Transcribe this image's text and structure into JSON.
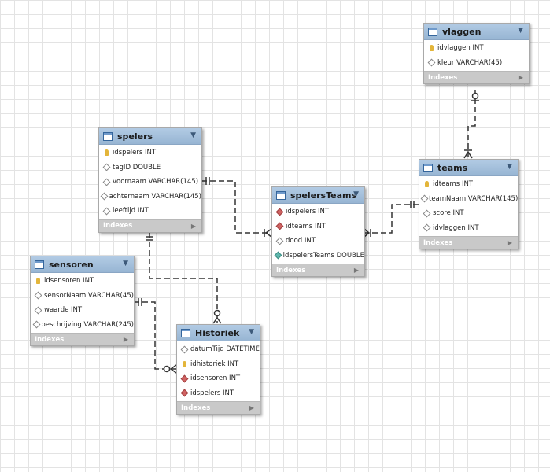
{
  "tables": {
    "vlaggen": {
      "name": "vlaggen",
      "columns": [
        {
          "label": "idvlaggen INT",
          "icon": "primary-key"
        },
        {
          "label": "kleur VARCHAR(45)",
          "icon": "column-diamond"
        }
      ],
      "footer": "Indexes"
    },
    "spelers": {
      "name": "spelers",
      "columns": [
        {
          "label": "idspelers INT",
          "icon": "primary-key"
        },
        {
          "label": "tagID DOUBLE",
          "icon": "column-diamond"
        },
        {
          "label": "voornaam VARCHAR(145)",
          "icon": "column-diamond"
        },
        {
          "label": "achternaam VARCHAR(145)",
          "icon": "column-diamond"
        },
        {
          "label": "leeftijd INT",
          "icon": "column-diamond"
        }
      ],
      "footer": "Indexes"
    },
    "spelersTeams": {
      "name": "spelersTeams",
      "columns": [
        {
          "label": "idspelers INT",
          "icon": "foreign-key-diamond"
        },
        {
          "label": "idteams INT",
          "icon": "foreign-key-diamond"
        },
        {
          "label": "dood INT",
          "icon": "column-diamond"
        },
        {
          "label": "idspelersTeams DOUBLE",
          "icon": "notnull-diamond"
        }
      ],
      "footer": "Indexes"
    },
    "teams": {
      "name": "teams",
      "columns": [
        {
          "label": "idteams INT",
          "icon": "primary-key"
        },
        {
          "label": "teamNaam VARCHAR(145)",
          "icon": "column-diamond"
        },
        {
          "label": "score INT",
          "icon": "column-diamond"
        },
        {
          "label": "idvlaggen INT",
          "icon": "column-diamond"
        }
      ],
      "footer": "Indexes"
    },
    "sensoren": {
      "name": "sensoren",
      "columns": [
        {
          "label": "idsensoren INT",
          "icon": "primary-key"
        },
        {
          "label": "sensorNaam VARCHAR(45)",
          "icon": "column-diamond"
        },
        {
          "label": "waarde INT",
          "icon": "column-diamond"
        },
        {
          "label": "beschrijving VARCHAR(245)",
          "icon": "column-diamond"
        }
      ],
      "footer": "Indexes"
    },
    "Historiek": {
      "name": "Historiek",
      "columns": [
        {
          "label": "datumTijd DATETIME",
          "icon": "column-diamond"
        },
        {
          "label": "idhistoriek INT",
          "icon": "primary-key"
        },
        {
          "label": "idsensoren INT",
          "icon": "foreign-key-diamond"
        },
        {
          "label": "idspelers INT",
          "icon": "foreign-key-diamond"
        }
      ],
      "footer": "Indexes"
    }
  },
  "relationships": [
    {
      "from": "vlaggen",
      "to": "teams",
      "from_end": "zero-or-one",
      "to_end": "one-or-many"
    },
    {
      "from": "spelers",
      "to": "spelersTeams",
      "from_end": "exactly-one",
      "to_end": "one-or-many"
    },
    {
      "from": "teams",
      "to": "spelersTeams",
      "from_end": "exactly-one",
      "to_end": "one-or-many"
    },
    {
      "from": "spelers",
      "to": "Historiek",
      "from_end": "exactly-one",
      "to_end": "zero-or-many"
    },
    {
      "from": "sensoren",
      "to": "Historiek",
      "from_end": "exactly-one",
      "to_end": "zero-or-many"
    }
  ],
  "colors": {
    "header": "#a7c2de",
    "footer": "#c9c9c9",
    "line": "#333333"
  }
}
